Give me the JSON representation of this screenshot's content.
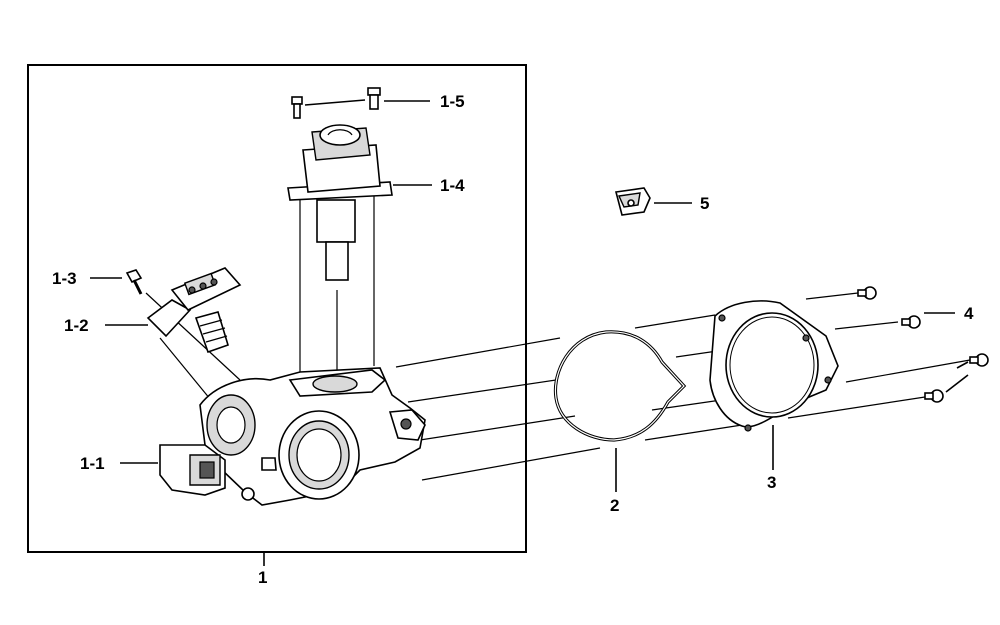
{
  "diagram": {
    "labels": {
      "l1": "1",
      "l1_1": "1-1",
      "l1_2": "1-2",
      "l1_3": "1-3",
      "l1_4": "1-4",
      "l1_5": "1-5",
      "l2": "2",
      "l3": "3",
      "l4": "4",
      "l5": "5"
    }
  }
}
